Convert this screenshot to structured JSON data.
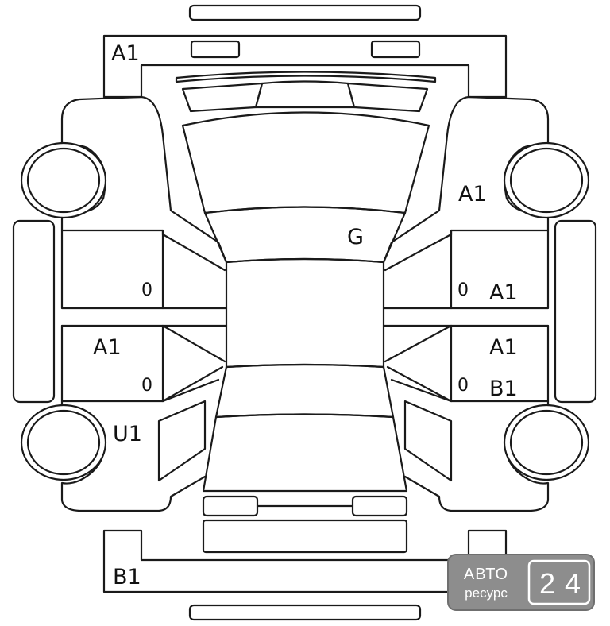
{
  "damage_marks": {
    "hood": "A1",
    "front_right_fender": "A1",
    "roof": "G",
    "front_right_door": "A1",
    "rear_right_door_a": "A1",
    "rear_right_door_b": "B1",
    "front_left_door": "A1",
    "rear_left_quarter": "U1",
    "rear_bumper": "B1"
  },
  "door_handles": {
    "left_front": "0",
    "left_rear": "0",
    "right_front": "0",
    "right_rear": "0"
  },
  "watermark": {
    "top": "АВТО",
    "bottom": "ресурс",
    "digit_1": "2",
    "digit_2": "4",
    "colors": {
      "badge": "#8d8d8d",
      "badge_edge": "#6f6f6f",
      "text": "#ffffff"
    }
  }
}
